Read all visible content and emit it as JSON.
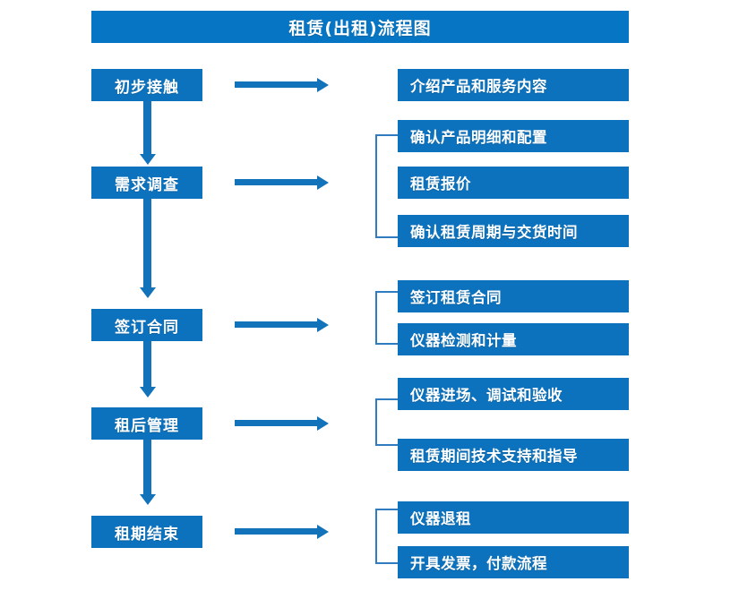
{
  "diagram": {
    "title": "租赁(出租)流程图",
    "colors": {
      "title_bar": "#0575c4",
      "node_fill": "#0d72bd",
      "arrow": "#1273bb",
      "bracket": "#2f7cc0",
      "node_text": "#ffffff",
      "background": "#ffffff"
    },
    "stages": [
      {
        "label": "初步接触",
        "details": [
          "介绍产品和服务内容"
        ],
        "has_bracket": false
      },
      {
        "label": "需求调查",
        "details": [
          "确认产品明细和配置",
          "租赁报价",
          "确认租赁周期与交货时间"
        ],
        "has_bracket": true
      },
      {
        "label": "签订合同",
        "details": [
          "签订租赁合同",
          "仪器检测和计量"
        ],
        "has_bracket": true
      },
      {
        "label": "租后管理",
        "details": [
          "仪器进场、调试和验收",
          "租赁期间技术支持和指导"
        ],
        "has_bracket": true
      },
      {
        "label": "租期结束",
        "details": [
          "仪器退租",
          "开具发票，付款流程"
        ],
        "has_bracket": true
      }
    ]
  }
}
